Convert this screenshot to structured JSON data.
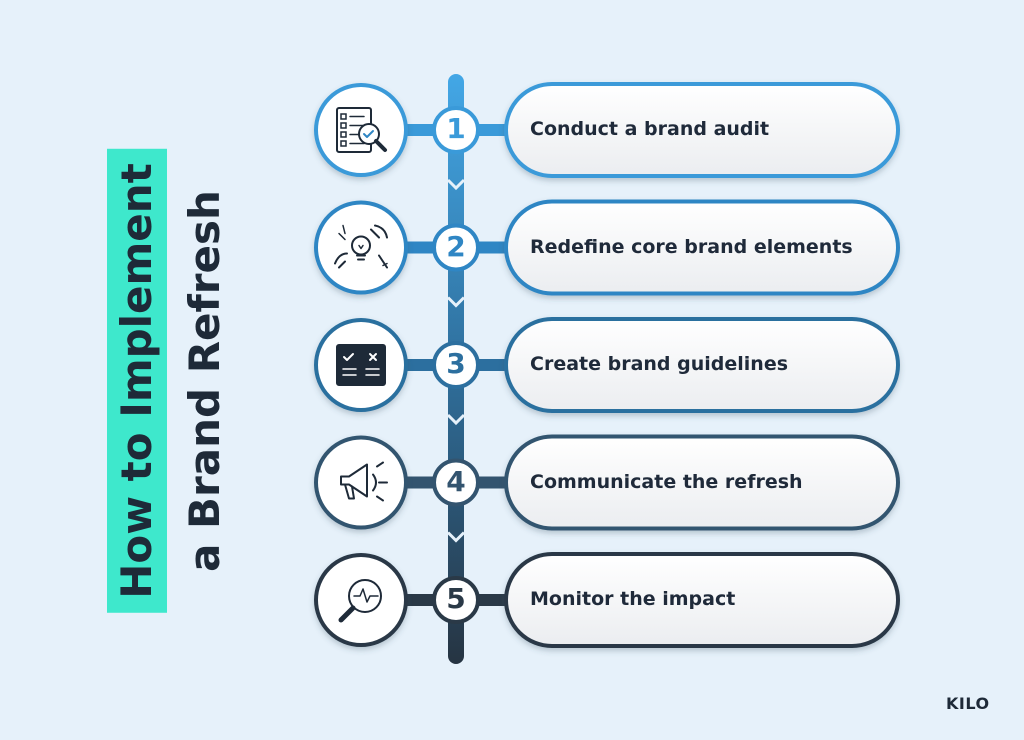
{
  "title": {
    "line1": "How to Implement",
    "line2": "a Brand Refresh"
  },
  "steps": [
    {
      "number": "1",
      "label": "Conduct a brand audit",
      "icon": "checklist-magnifier-icon",
      "color": "#3a9ad9"
    },
    {
      "number": "2",
      "label": "Redefine core brand elements",
      "icon": "lightbulb-hands-icon",
      "color": "#2f86c4"
    },
    {
      "number": "3",
      "label": "Create brand guidelines",
      "icon": "guideline-book-icon",
      "color": "#2c6f9f"
    },
    {
      "number": "4",
      "label": "Communicate the refresh",
      "icon": "megaphone-icon",
      "color": "#33546f"
    },
    {
      "number": "5",
      "label": "Monitor the impact",
      "icon": "magnifier-pulse-icon",
      "color": "#2a3947"
    }
  ],
  "colors": {
    "background": "#e6f1fa",
    "title_highlight": "#3ee8cc",
    "text": "#1f2a3a"
  },
  "logo": "KILO"
}
